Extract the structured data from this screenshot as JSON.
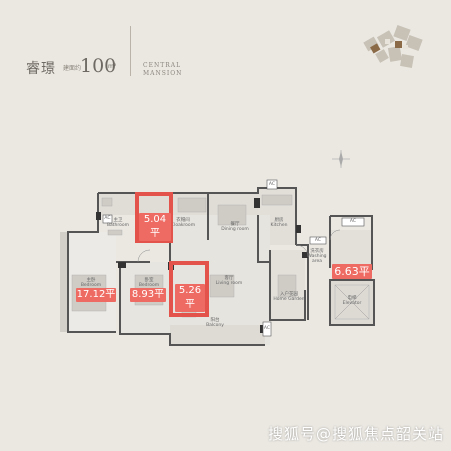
{
  "header": {
    "name": "睿璟",
    "small_text": "建面约",
    "area": "100",
    "unit": "m²",
    "english_line1": "CENTRAL",
    "english_line2": "MANSION"
  },
  "badges": [
    {
      "text": "5.04平"
    },
    {
      "text": "6.63平"
    },
    {
      "text": "17.12平"
    },
    {
      "text": "8.93平"
    },
    {
      "text": "5.26平"
    }
  ],
  "rooms": {
    "bathroom": "主卫\nBathroom",
    "cloakroom": "衣帽间\nCloakroom",
    "dining": "餐厅\nDining room",
    "kitchen": "厨房\nKitchen",
    "master_bedroom": "主卧\nBedroom",
    "bedroom": "卧室\nBedroom",
    "living": "客厅\nLiving room",
    "home_garden": "入户花园\nHome Garden",
    "balcony": "阳台\nBalcony",
    "washing": "洗衣房\nWashing area",
    "elevator": "电梯\nElevator",
    "ac1": "AC",
    "ac2": "AC",
    "ac3": "AC",
    "ac4": "AC",
    "ac5": "AC"
  },
  "watermark": "搜狐号@搜狐焦点韶关站"
}
